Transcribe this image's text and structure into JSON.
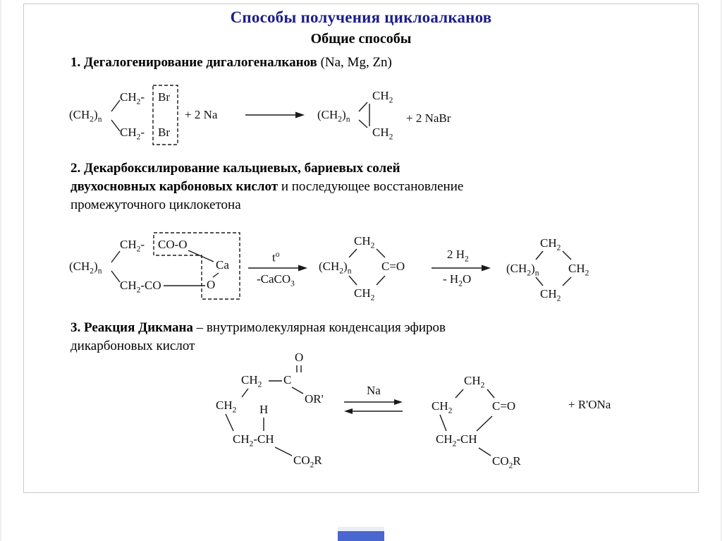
{
  "page": {
    "title": "Способы получения циклоалканов",
    "subtitle": "Общие способы",
    "title_color": "#1d1d8c",
    "footer_color": "#4a67cf",
    "frame_border_color": "#c9c9c9"
  },
  "section1": {
    "heading_bold": "1. Дегалогенирование дигалогеналканов",
    "heading_normal": " (Na, Mg, Zn)",
    "scheme": {
      "reactant_core": "(CH_{2})_{n}",
      "ch2_top": "CH_{2}-",
      "br_top": "Br",
      "ch2_bottom": "CH_{2}-",
      "br_bottom": "Br",
      "reagent": "+ 2 Na",
      "product_core": "(CH_{2})_{n}",
      "product_ch2_top": "CH_{2}",
      "product_ch2_bottom": "CH_{2}",
      "byproduct": "+ 2 NaBr"
    }
  },
  "section2": {
    "line1_bold": "2. Декарбоксилирование кальциевых, бариевых солей",
    "line2_bold": "двухосновных карбоновых кислот",
    "line2_normal": " и последующее восстановление",
    "line3_normal": "промежуточного циклокетона",
    "scheme": {
      "reactant_core": "(CH_{2})_{n}",
      "top_chain": "CH_{2}-",
      "top_ester": "CO-O",
      "ca": "Ca",
      "bottom_chain": "CH_{2}-CO",
      "bottom_o": "O",
      "arrow1_above": "t^{o}",
      "arrow1_below": "-CaCO_{3}",
      "ketone_ch2_top": "CH_{2}",
      "ketone_core": "(CH_{2})_{n}",
      "ketone_co": "C=O",
      "ketone_ch2_bottom": "CH_{2}",
      "arrow2_above": "2 H_{2}",
      "arrow2_below": "- H_{2}O",
      "product_ch2_top": "CH_{2}",
      "product_core": "(CH_{2})_{n}",
      "product_ch2_right": "CH_{2}",
      "product_ch2_bottom": "CH_{2}"
    }
  },
  "section3": {
    "line1_bold": "3. Реакция Дикмана",
    "line1_normal": " – внутримолекулярная конденсация эфиров",
    "line2_normal": "дикарбоновых кислот",
    "scheme": {
      "o_top": "O",
      "ch2_a": "CH_{2}",
      "c_carbonyl": "C",
      "or_prime": "OR'",
      "ch2_b": "CH_{2}",
      "h": "H",
      "ch2_ch": "CH_{2}-CH",
      "co2r": "CO_{2}R",
      "catalyst": "Na",
      "ring_ch2_top": "CH_{2}",
      "ring_ch2_left": "CH_{2}",
      "ring_co": "C=O",
      "ring_ch2_ch": "CH_{2}-CH",
      "ring_co2r": "CO_{2}R",
      "byproduct": "+ R'ONa"
    }
  }
}
